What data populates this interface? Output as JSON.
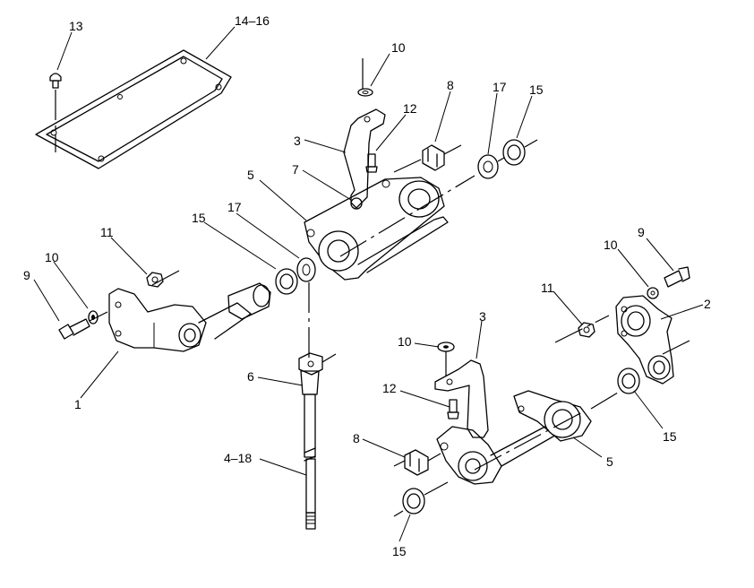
{
  "callouts": {
    "c13": "13",
    "c14_16": "14–16",
    "c10a": "10",
    "c8a": "8",
    "c17a": "17",
    "c15a": "15",
    "c3a": "3",
    "c12a": "12",
    "c7": "7",
    "c5a": "5",
    "c17b": "17",
    "c15b": "15",
    "c11a": "11",
    "c10b": "10",
    "c9a": "9",
    "c1": "1",
    "c6": "6",
    "c4_18": "4–18",
    "c9b": "9",
    "c10c": "10",
    "c11b": "11",
    "c2": "2",
    "c3b": "3",
    "c10d": "10",
    "c12b": "12",
    "c15c": "15",
    "c8b": "8",
    "c5b": "5",
    "c15d": "15"
  }
}
